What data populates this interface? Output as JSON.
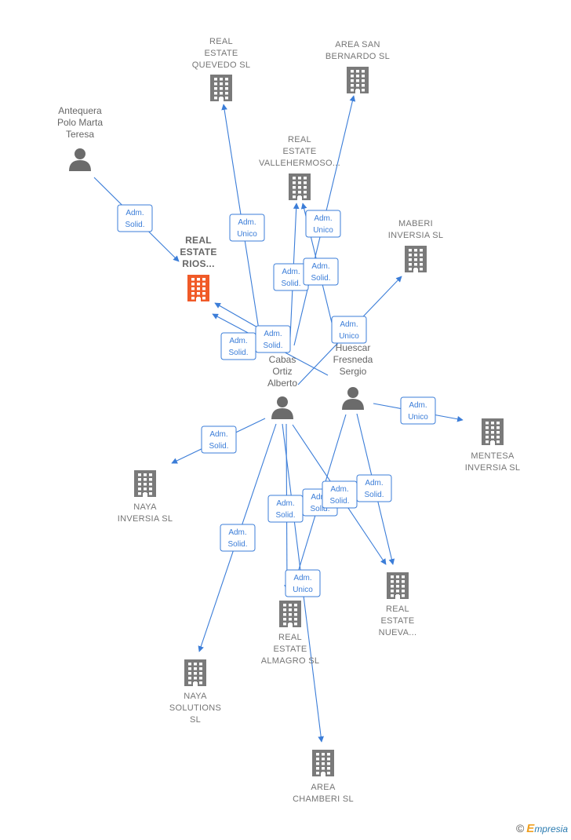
{
  "colors": {
    "edge": "#3b7dd8",
    "company": "#7a7a7a",
    "main_company": "#f05a28",
    "person": "#6b6b6b"
  },
  "nodes": [
    {
      "id": "quevedo",
      "kind": "company",
      "label": [
        "REAL",
        "ESTATE",
        "QUEVEDO  SL"
      ]
    },
    {
      "id": "sanbern",
      "kind": "company",
      "label": [
        "AREA SAN",
        "BERNARDO  SL"
      ]
    },
    {
      "id": "antequera",
      "kind": "person",
      "label": [
        "Antequera",
        "Polo Marta",
        "Teresa"
      ]
    },
    {
      "id": "valleh",
      "kind": "company",
      "label": [
        "REAL",
        "ESTATE",
        "VALLEHERMOSO..."
      ]
    },
    {
      "id": "rios",
      "kind": "main",
      "label": [
        "REAL",
        "ESTATE",
        "RIOS..."
      ]
    },
    {
      "id": "maberi",
      "kind": "company",
      "label": [
        "MABERI",
        "INVERSIA  SL"
      ]
    },
    {
      "id": "cabas",
      "kind": "person",
      "label": [
        "Cabas",
        "Ortiz",
        "Alberto"
      ]
    },
    {
      "id": "huescar",
      "kind": "person",
      "label": [
        "Huescar",
        "Fresneda",
        "Sergio"
      ]
    },
    {
      "id": "mentesa",
      "kind": "company",
      "label": [
        "MENTESA",
        "INVERSIA  SL"
      ]
    },
    {
      "id": "nayainv",
      "kind": "company",
      "label": [
        "NAYA",
        "INVERSIA  SL"
      ]
    },
    {
      "id": "nueva",
      "kind": "company",
      "label": [
        "REAL",
        "ESTATE",
        "NUEVA..."
      ]
    },
    {
      "id": "almagro",
      "kind": "company",
      "label": [
        "REAL",
        "ESTATE",
        "ALMAGRO  SL"
      ]
    },
    {
      "id": "nayasol",
      "kind": "company",
      "label": [
        "NAYA",
        "SOLUTIONS",
        "SL"
      ]
    },
    {
      "id": "chamberi",
      "kind": "company",
      "label": [
        "AREA",
        "CHAMBERI  SL"
      ]
    }
  ],
  "edges": [
    {
      "from": "antequera",
      "to": "rios",
      "label": [
        "Adm.",
        "Solid."
      ]
    },
    {
      "from": "cabas",
      "to": "quevedo",
      "label": [
        "Adm.",
        "Unico"
      ]
    },
    {
      "from": "cabas",
      "to": "sanbern",
      "label": [
        "Adm.",
        "Unico"
      ]
    },
    {
      "from": "cabas",
      "to": "valleh",
      "label": [
        "Adm.",
        "Solid."
      ]
    },
    {
      "from": "huescar",
      "to": "valleh",
      "label": [
        "Adm.",
        "Solid."
      ]
    },
    {
      "from": "cabas",
      "to": "maberi",
      "label": [
        "Adm.",
        "Unico"
      ]
    },
    {
      "from": "cabas",
      "to": "rios",
      "label": [
        "Adm.",
        "Solid."
      ]
    },
    {
      "from": "huescar",
      "to": "rios",
      "label": [
        "Adm.",
        "Solid."
      ]
    },
    {
      "from": "huescar",
      "to": "mentesa",
      "label": [
        "Adm.",
        "Unico"
      ]
    },
    {
      "from": "cabas",
      "to": "nayainv",
      "label": [
        "Adm.",
        "Solid."
      ]
    },
    {
      "from": "cabas",
      "to": "nayasol",
      "label": [
        "Adm.",
        "Solid."
      ]
    },
    {
      "from": "cabas",
      "to": "almagro",
      "label": [
        "Adm.",
        "Solid."
      ]
    },
    {
      "from": "cabas",
      "to": "nueva",
      "label": [
        "Adm.",
        "Solid."
      ]
    },
    {
      "from": "huescar",
      "to": "nueva",
      "label": [
        "Adm.",
        "Solid."
      ]
    },
    {
      "from": "huescar",
      "to": "almagro",
      "label": [
        "Adm.",
        "Unico"
      ]
    },
    {
      "from": "cabas",
      "to": "chamberi",
      "label": [
        "Adm.",
        "Solid."
      ]
    }
  ],
  "watermark": {
    "symbol": "©",
    "brand_initial": "E",
    "brand_rest": "mpresia"
  }
}
